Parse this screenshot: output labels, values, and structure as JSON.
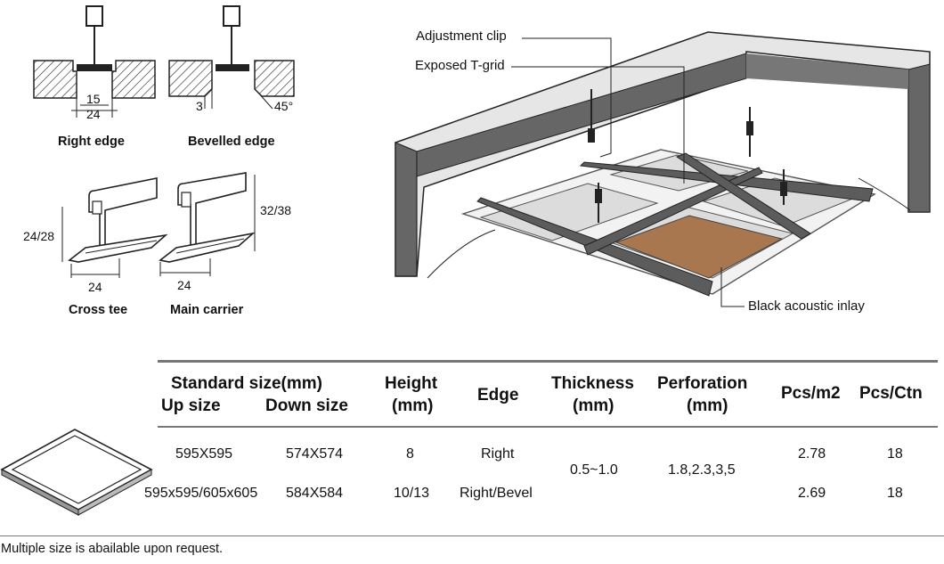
{
  "details": {
    "right_edge": {
      "caption": "Right edge",
      "dim_inner": "15",
      "dim_outer": "24"
    },
    "bevelled_edge": {
      "caption": "Bevelled edge",
      "dim_step": "3",
      "dim_angle": "45°"
    },
    "cross_tee": {
      "caption": "Cross  tee",
      "dim_height": "24/28",
      "dim_width": "24"
    },
    "main_carrier": {
      "caption": "Main  carrier",
      "dim_height": "32/38",
      "dim_width": "24"
    }
  },
  "ceiling": {
    "label_clip": "Adjustment clip",
    "label_grid": "Exposed T-grid",
    "label_inlay": "Black acoustic inlay",
    "inlay_color": "#a8774f"
  },
  "table": {
    "headers": {
      "standard_size": "Standard size(mm)",
      "up_size": "Up size",
      "down_size": "Down size",
      "height_1": "Height",
      "height_2": "(mm)",
      "edge": "Edge",
      "thickness_1": "Thickness",
      "thickness_2": "(mm)",
      "perforation_1": "Perforation",
      "perforation_2": "(mm)",
      "pcs_m2": "Pcs/m2",
      "pcs_ctn": "Pcs/Ctn"
    },
    "rows": [
      {
        "up": "595X595",
        "down": "574X574",
        "height": "8",
        "edge": "Right",
        "pcs_m2": "2.78",
        "pcs_ctn": "18"
      },
      {
        "up": "595x595/605x605",
        "down": "584X584",
        "height": "10/13",
        "edge": "Right/Bevel",
        "pcs_m2": "2.69",
        "pcs_ctn": "18"
      }
    ],
    "thickness": "0.5~1.0",
    "perforation": "1.8,2.3,3,5"
  },
  "footnote": "Multiple size is abailable upon request."
}
